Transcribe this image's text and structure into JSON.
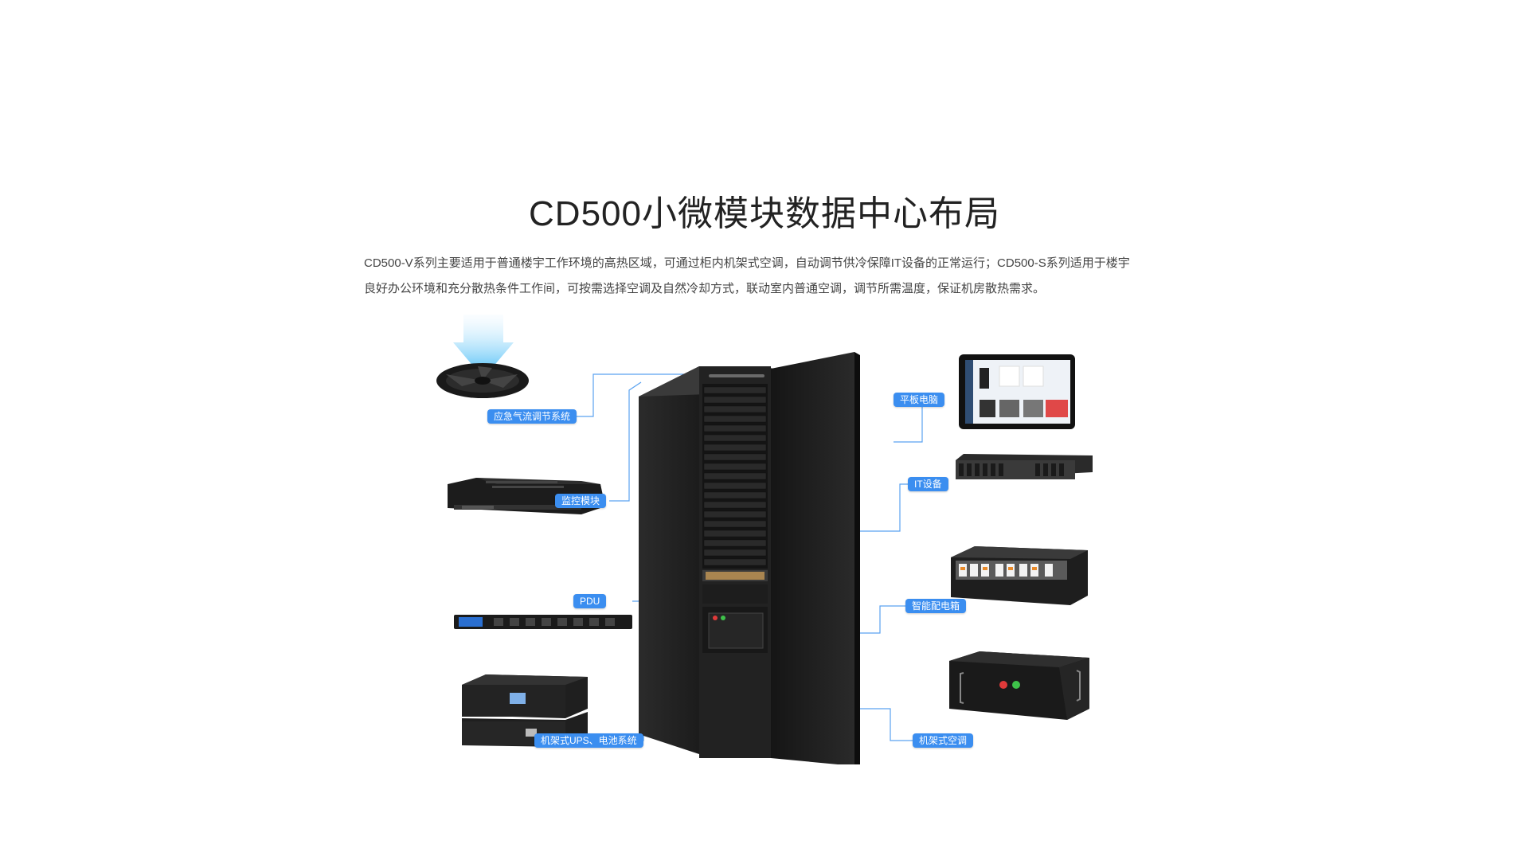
{
  "page": {
    "title": "CD500小微模块数据中心布局",
    "description_line1": "CD500-V系列主要适用于普通楼宇工作环境的高热区域，可通过柜内机架式空调，自动调节供冷保障IT设备的正常运行；CD500-S系列适用于楼宇",
    "description_line2": "良好办公环境和充分散热条件工作间，可按需选择空调及自然冷却方式，联动室内普通空调，调节所需温度，保证机房散热需求。"
  },
  "components": {
    "emergency_airflow": "应急气流调节系统",
    "monitoring_module": "监控模块",
    "pdu": "PDU",
    "rack_ups": "机架式UPS、电池系统",
    "tablet": "平板电脑",
    "it_equipment": "IT设备",
    "smart_distribution": "智能配电箱",
    "rack_ac": "机架式空调"
  },
  "colors": {
    "accent": "#3b8ef0",
    "line": "#5aa2f0",
    "cabinet": "#1e1e1e"
  }
}
